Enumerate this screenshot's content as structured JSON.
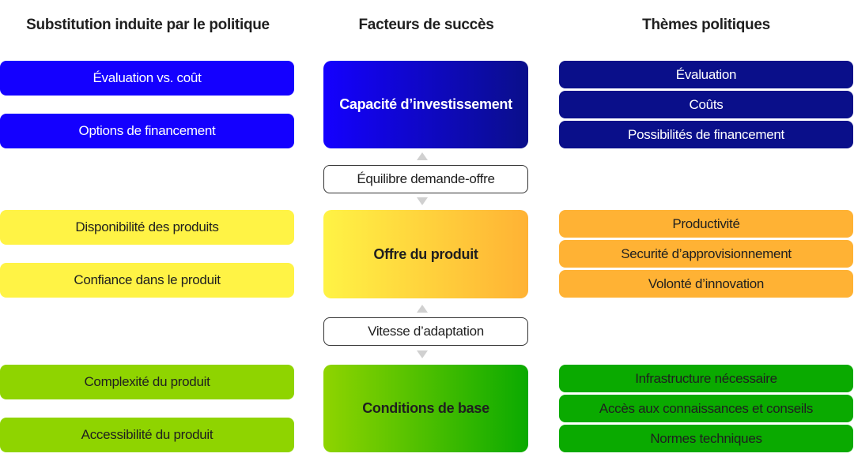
{
  "headers": {
    "left": "Substitution induite par le politique",
    "middle": "Facteurs de succès",
    "right": "Thèmes politiques"
  },
  "colors": {
    "blue": "#1400ff",
    "navy": "#0a0f8a",
    "yellow": "#fff345",
    "orange": "#ffb234",
    "lime": "#8fd400",
    "green": "#0aaa00",
    "connector_arrow": "#d0d0d0"
  },
  "rows": [
    {
      "left": [
        "Évaluation vs. coût",
        "Options de financement"
      ],
      "center": "Capacité d’investissement",
      "right": [
        "Évaluation",
        "Coûts",
        "Possibilités de financement"
      ]
    },
    {
      "left": [
        "Disponibilité des produits",
        "Confiance dans le produit"
      ],
      "center": "Offre du produit",
      "right": [
        "Productivité",
        "Securité d’approvisionnement",
        "Volonté d’innovation"
      ]
    },
    {
      "left": [
        "Complexité du produit",
        "Accessibilité du produit"
      ],
      "center": "Conditions de base",
      "right": [
        "Infrastructure nécessaire",
        "Accès aux connaissances et conseils",
        "Normes techniques"
      ]
    }
  ],
  "connectors": [
    "Équilibre demande-offre",
    "Vitesse d’adaptation"
  ]
}
